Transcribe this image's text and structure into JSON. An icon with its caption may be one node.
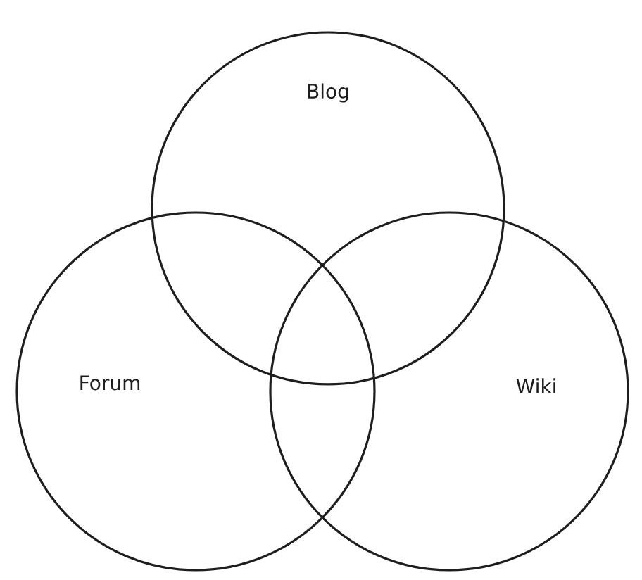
{
  "diagram": {
    "nodes": [
      {
        "text": [
          "Blog"
        ]
      },
      {
        "text": [
          "Forum"
        ]
      },
      {
        "text": [
          "Wiki"
        ]
      }
    ]
  }
}
